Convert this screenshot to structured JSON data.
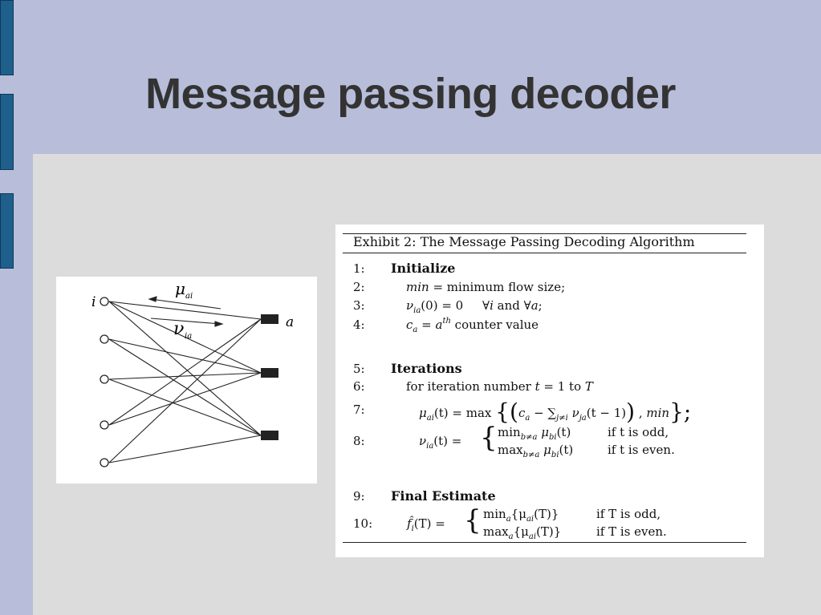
{
  "slide": {
    "title": "Message passing decoder",
    "colors": {
      "background": "#b8bdd9",
      "content_area": "#dcdcdc",
      "side_tab": "#1f5f8b",
      "title_text": "#333333"
    }
  },
  "graph": {
    "variable_label": "i",
    "check_label": "a",
    "mu_label": "μ",
    "mu_sub": "ai",
    "nu_label": "ν",
    "nu_sub": "ia"
  },
  "algorithm": {
    "exhibit_title": "Exhibit 2: The Message Passing Decoding Algorithm",
    "lines": {
      "l1_num": "1:",
      "l1_text": "Initialize",
      "l2_num": "2:",
      "l2_a": "min",
      "l2_b": " = minimum flow size;",
      "l3_num": "3:",
      "l3_a": "ν",
      "l3_sub": "ia",
      "l3_b": "(0) = 0     ∀",
      "l3_c": "i",
      "l3_d": " and ∀",
      "l3_e": "a",
      "l3_f": ";",
      "l4_num": "4:",
      "l4_a": "c",
      "l4_sub": "a",
      "l4_b": " = ",
      "l4_c": "a",
      "l4_sup": "th",
      "l4_d": " counter value",
      "l5_num": "5:",
      "l5_text": "Iterations",
      "l6_num": "6:",
      "l6_a": "for iteration number ",
      "l6_b": "t",
      "l6_c": " = 1 to ",
      "l6_d": "T",
      "l7_num": "7:",
      "l7_a": "μ",
      "l7_sub": "ai",
      "l7_b": "(t) = max",
      "l7_c": "{",
      "l7_d": "(",
      "l7_e": "c",
      "l7_sub2": "a",
      "l7_f": " − ∑",
      "l7_sub3": "j≠i",
      "l7_g": " ν",
      "l7_sub4": "ja",
      "l7_h": "(t − 1)",
      "l7_i": ")",
      "l7_j": " , ",
      "l7_k": "min",
      "l7_l": "};",
      "l8_num": "8:",
      "l8_a": "ν",
      "l8_sub": "ia",
      "l8_b": "(t) =",
      "l8_c1": "min",
      "l8_c1sub": "b≠a",
      "l8_c1b": " μ",
      "l8_c1sub2": "bi",
      "l8_c1c": "(t)",
      "l8_c1d": "if t is odd,",
      "l8_c2": "max",
      "l8_c2sub": "b≠a",
      "l8_c2b": " μ",
      "l8_c2sub2": "bi",
      "l8_c2c": "(t)",
      "l8_c2d": "if t is even.",
      "l9_num": "9:",
      "l9_text": "Final Estimate",
      "l10_num": "10:",
      "l10_a": "f̂",
      "l10_sub": "i",
      "l10_b": "(T) =",
      "l10_c1": "min",
      "l10_c1sub": "a",
      "l10_c1b": "{μ",
      "l10_c1sub2": "ai",
      "l10_c1c": "(T)}",
      "l10_c1d": "if T is odd,",
      "l10_c2": "max",
      "l10_c2sub": "a",
      "l10_c2b": "{μ",
      "l10_c2sub2": "ai",
      "l10_c2c": "(T)}",
      "l10_c2d": "if T is even."
    }
  }
}
